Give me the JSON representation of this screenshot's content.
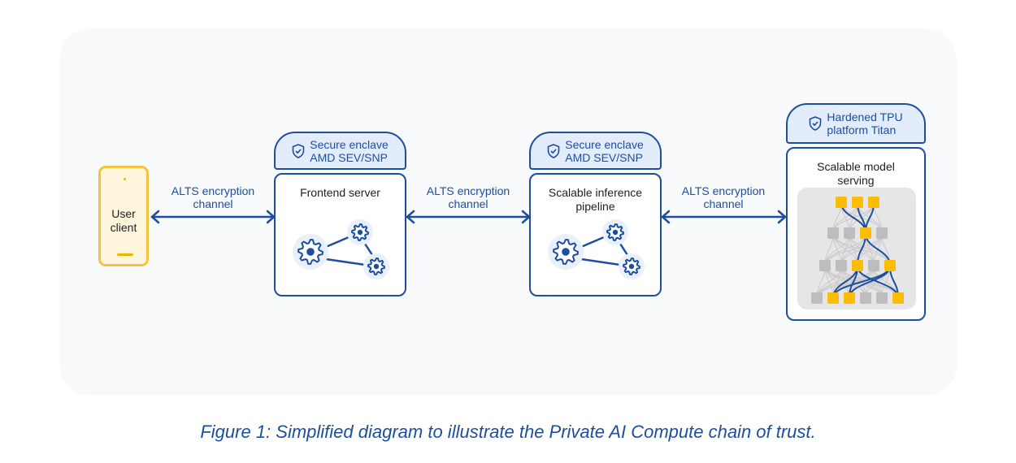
{
  "diagram": {
    "user_client": {
      "label": "User\nclient"
    },
    "channels": [
      {
        "label": "ALTS encryption\nchannel"
      },
      {
        "label": "ALTS encryption\nchannel"
      },
      {
        "label": "ALTS encryption\nchannel"
      }
    ],
    "nodes": [
      {
        "badge": "Secure enclave\nAMD SEV/SNP",
        "badge_icon": "shield-check-icon",
        "title": "Frontend server",
        "illustration": "gear-network"
      },
      {
        "badge": "Secure enclave\nAMD SEV/SNP",
        "badge_icon": "shield-check-icon",
        "title": "Scalable inference\npipeline",
        "illustration": "gear-network"
      },
      {
        "badge": "Hardened TPU\nplatform Titan",
        "badge_icon": "shield-check-icon",
        "title": "Scalable model\nserving",
        "illustration": "neural-network"
      }
    ],
    "colors": {
      "primary": "#1d4e9e",
      "badge_fill": "#e3ecfb",
      "phone_border": "#f6c33a",
      "phone_fill": "#fef6dc",
      "active_node": "#fbbc04",
      "inactive_node": "#bdbdbd"
    }
  },
  "caption": "Figure 1: Simplified diagram to illustrate the Private AI Compute chain of trust."
}
